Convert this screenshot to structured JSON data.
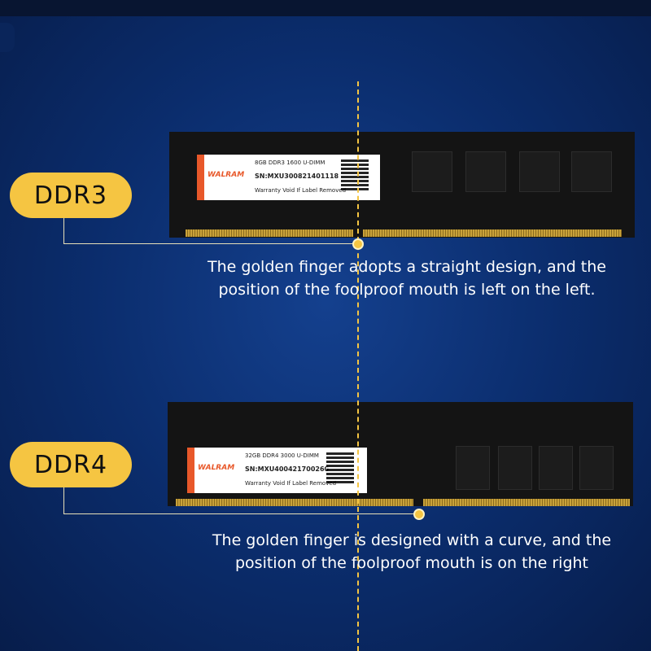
{
  "labels": {
    "ddr3": "DDR3",
    "ddr4": "DDR4"
  },
  "captions": {
    "ddr3_line1": "The golden finger adopts a straight design, and the",
    "ddr3_line2": "position of the foolproof mouth is left on the left.",
    "ddr4_line1": "The golden finger is designed with a curve, and the",
    "ddr4_line2": "position of the foolproof mouth is on the right"
  },
  "modules": {
    "ddr3": {
      "brand": "WALRAM",
      "spec": "8GB DDR3 1600 U-DIMM",
      "serial": "SN:MXU300821401118",
      "warranty": "Warranty Void If Label Removed"
    },
    "ddr4": {
      "brand": "WALRAM",
      "spec": "32GB DDR4 3000 U-DIMM",
      "serial": "SN:MXU400421700260",
      "warranty": "Warranty Void If Label Removed"
    }
  },
  "colors": {
    "pill": "#f5c542",
    "background": "#0b2d6d",
    "text": "#ffffff"
  }
}
